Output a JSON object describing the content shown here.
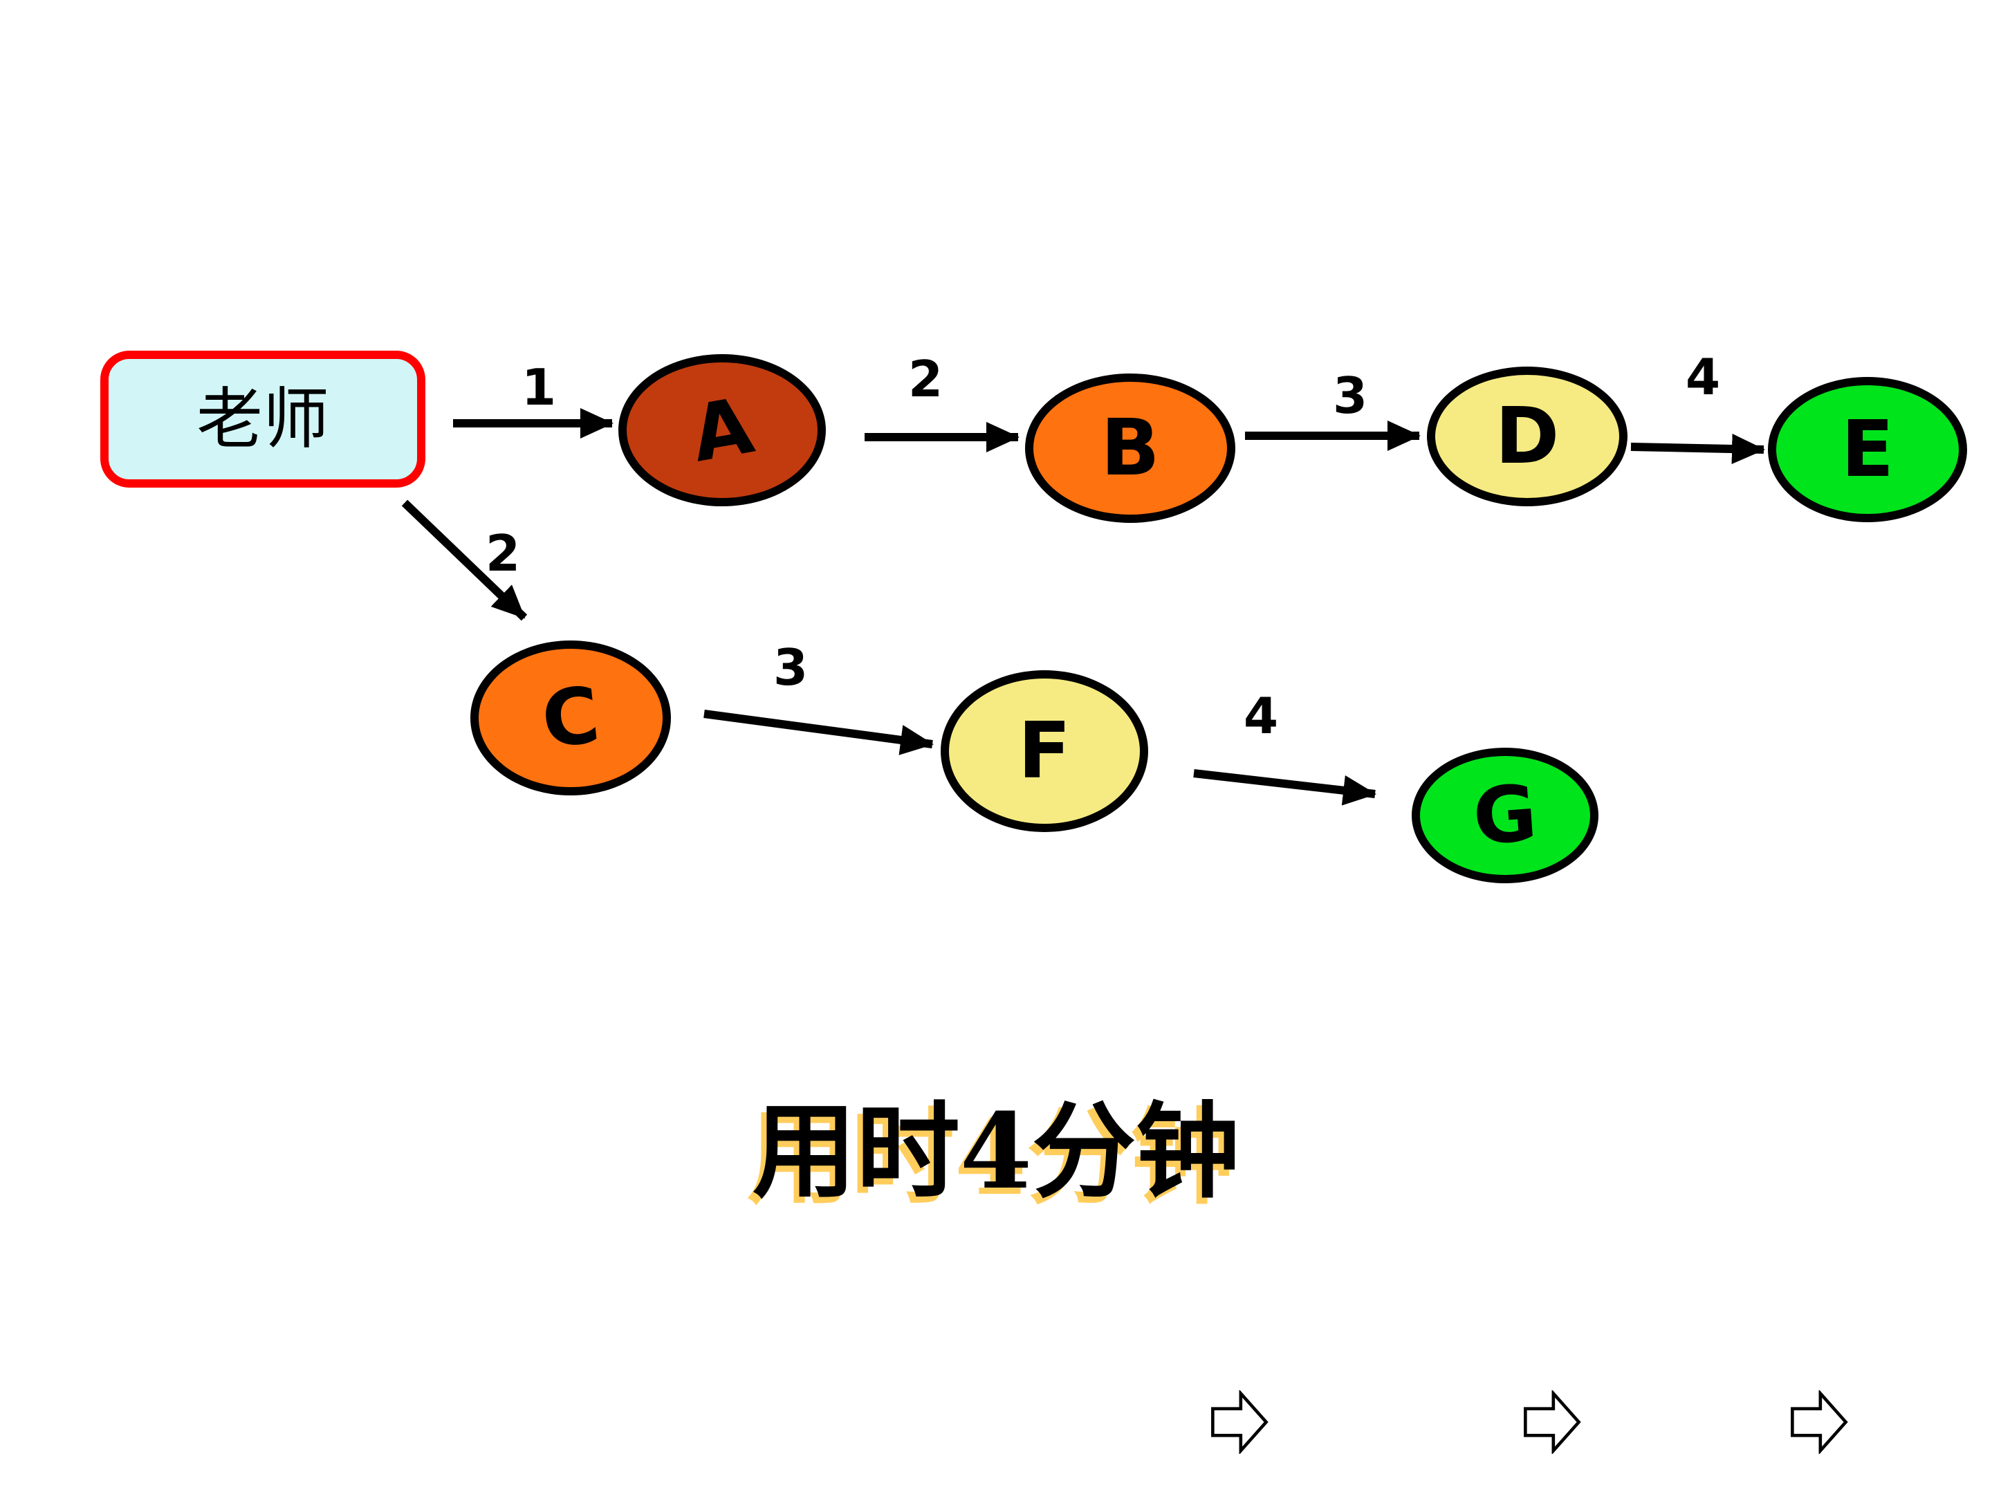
{
  "teacher": {
    "label": "老师"
  },
  "nodes": [
    {
      "id": "A",
      "label": "A",
      "fill": "#C23B0E"
    },
    {
      "id": "B",
      "label": "B",
      "fill": "#FF7210"
    },
    {
      "id": "C",
      "label": "C",
      "fill": "#FF7210"
    },
    {
      "id": "D",
      "label": "D",
      "fill": "#F6EB82"
    },
    {
      "id": "E",
      "label": "E",
      "fill": "#00E41C"
    },
    {
      "id": "F",
      "label": "F",
      "fill": "#F6EB82"
    },
    {
      "id": "G",
      "label": "G",
      "fill": "#00E41C"
    }
  ],
  "edges": [
    {
      "label": "1",
      "from": "老师",
      "to": "A"
    },
    {
      "label": "2",
      "from": "A",
      "to": "B"
    },
    {
      "label": "3",
      "from": "B",
      "to": "D"
    },
    {
      "label": "4",
      "from": "D",
      "to": "E"
    },
    {
      "label": "2",
      "from": "老师",
      "to": "C"
    },
    {
      "label": "3",
      "from": "C",
      "to": "F"
    },
    {
      "label": "4",
      "from": "F",
      "to": "G"
    }
  ],
  "caption": {
    "text": "用时4分钟"
  },
  "nav_arrows": {
    "count": 3,
    "icon": "hollow-right-arrow-icon"
  },
  "colors": {
    "background": "#FFFFFF",
    "teacher_fill": "#D2F6F7",
    "teacher_border": "#FF0000",
    "stroke": "#000000",
    "caption_text": "#000000",
    "caption_shadow": "#FFCD5C"
  }
}
